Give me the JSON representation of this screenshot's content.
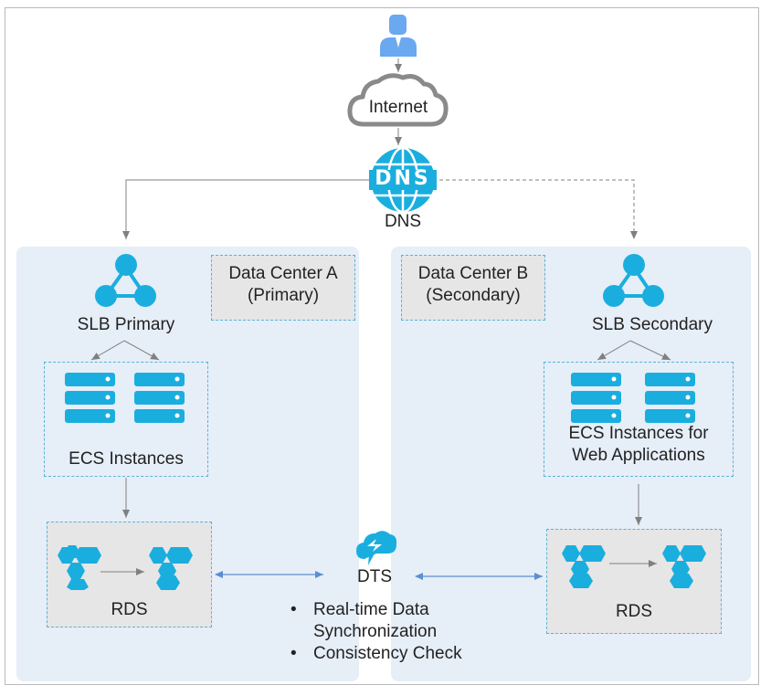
{
  "user": {
    "icon": "user-icon"
  },
  "internet": {
    "label": "Internet",
    "icon": "cloud-icon"
  },
  "dns": {
    "label": "DNS",
    "icon_text": "DNS",
    "icon": "dns-globe-icon"
  },
  "data_center_a": {
    "title_line1": "Data Center A",
    "title_line2": "(Primary)",
    "slb_label": "SLB Primary",
    "ecs_label": "ECS Instances",
    "rds_label": "RDS"
  },
  "data_center_b": {
    "title_line1": "Data Center B",
    "title_line2": "(Secondary)",
    "slb_label": "SLB Secondary",
    "ecs_label_line1": "ECS Instances for",
    "ecs_label_line2": "Web Applications",
    "rds_label": "RDS"
  },
  "dts": {
    "label": "DTS",
    "icon": "dts-cloud-icon",
    "features": [
      "Real-time Data Synchronization",
      "Consistency Check"
    ],
    "feature_lines": [
      "Real-time Data",
      "Synchronization",
      "Consistency Check"
    ]
  },
  "colors": {
    "accent": "#1aaedf",
    "user": "#6aa8f0",
    "dc_background": "#e6eef8",
    "box_background": "#e6e6e6",
    "dashed_border": "#5ab4d6",
    "arrow_gray": "#808080",
    "arrow_blue": "#5b8fd0"
  }
}
